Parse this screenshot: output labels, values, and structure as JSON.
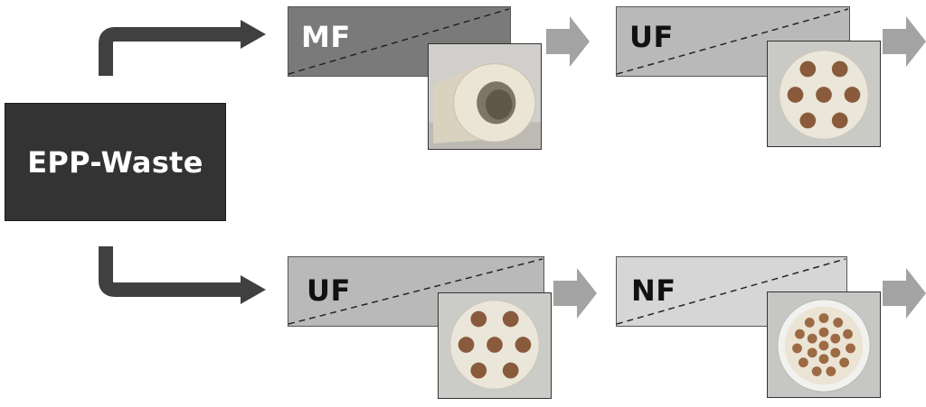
{
  "source": {
    "label": "EPP-Waste"
  },
  "colors": {
    "source_bg": "#333333",
    "mf_fill": "#7a7a7a",
    "uf_fill": "#b9b9b9",
    "nf_fill": "#d6d6d6",
    "arrow_gray": "#a3a3a3",
    "branch_arrow": "#404040",
    "ceramic": "#e8e2d3"
  },
  "stages": [
    {
      "id": "mf",
      "label": "MF",
      "membrane": "single-channel"
    },
    {
      "id": "uf-top",
      "label": "UF",
      "membrane": "7-channel"
    },
    {
      "id": "uf-bottom",
      "label": "UF",
      "membrane": "7-channel"
    },
    {
      "id": "nf",
      "label": "NF",
      "membrane": "19-channel"
    }
  ]
}
